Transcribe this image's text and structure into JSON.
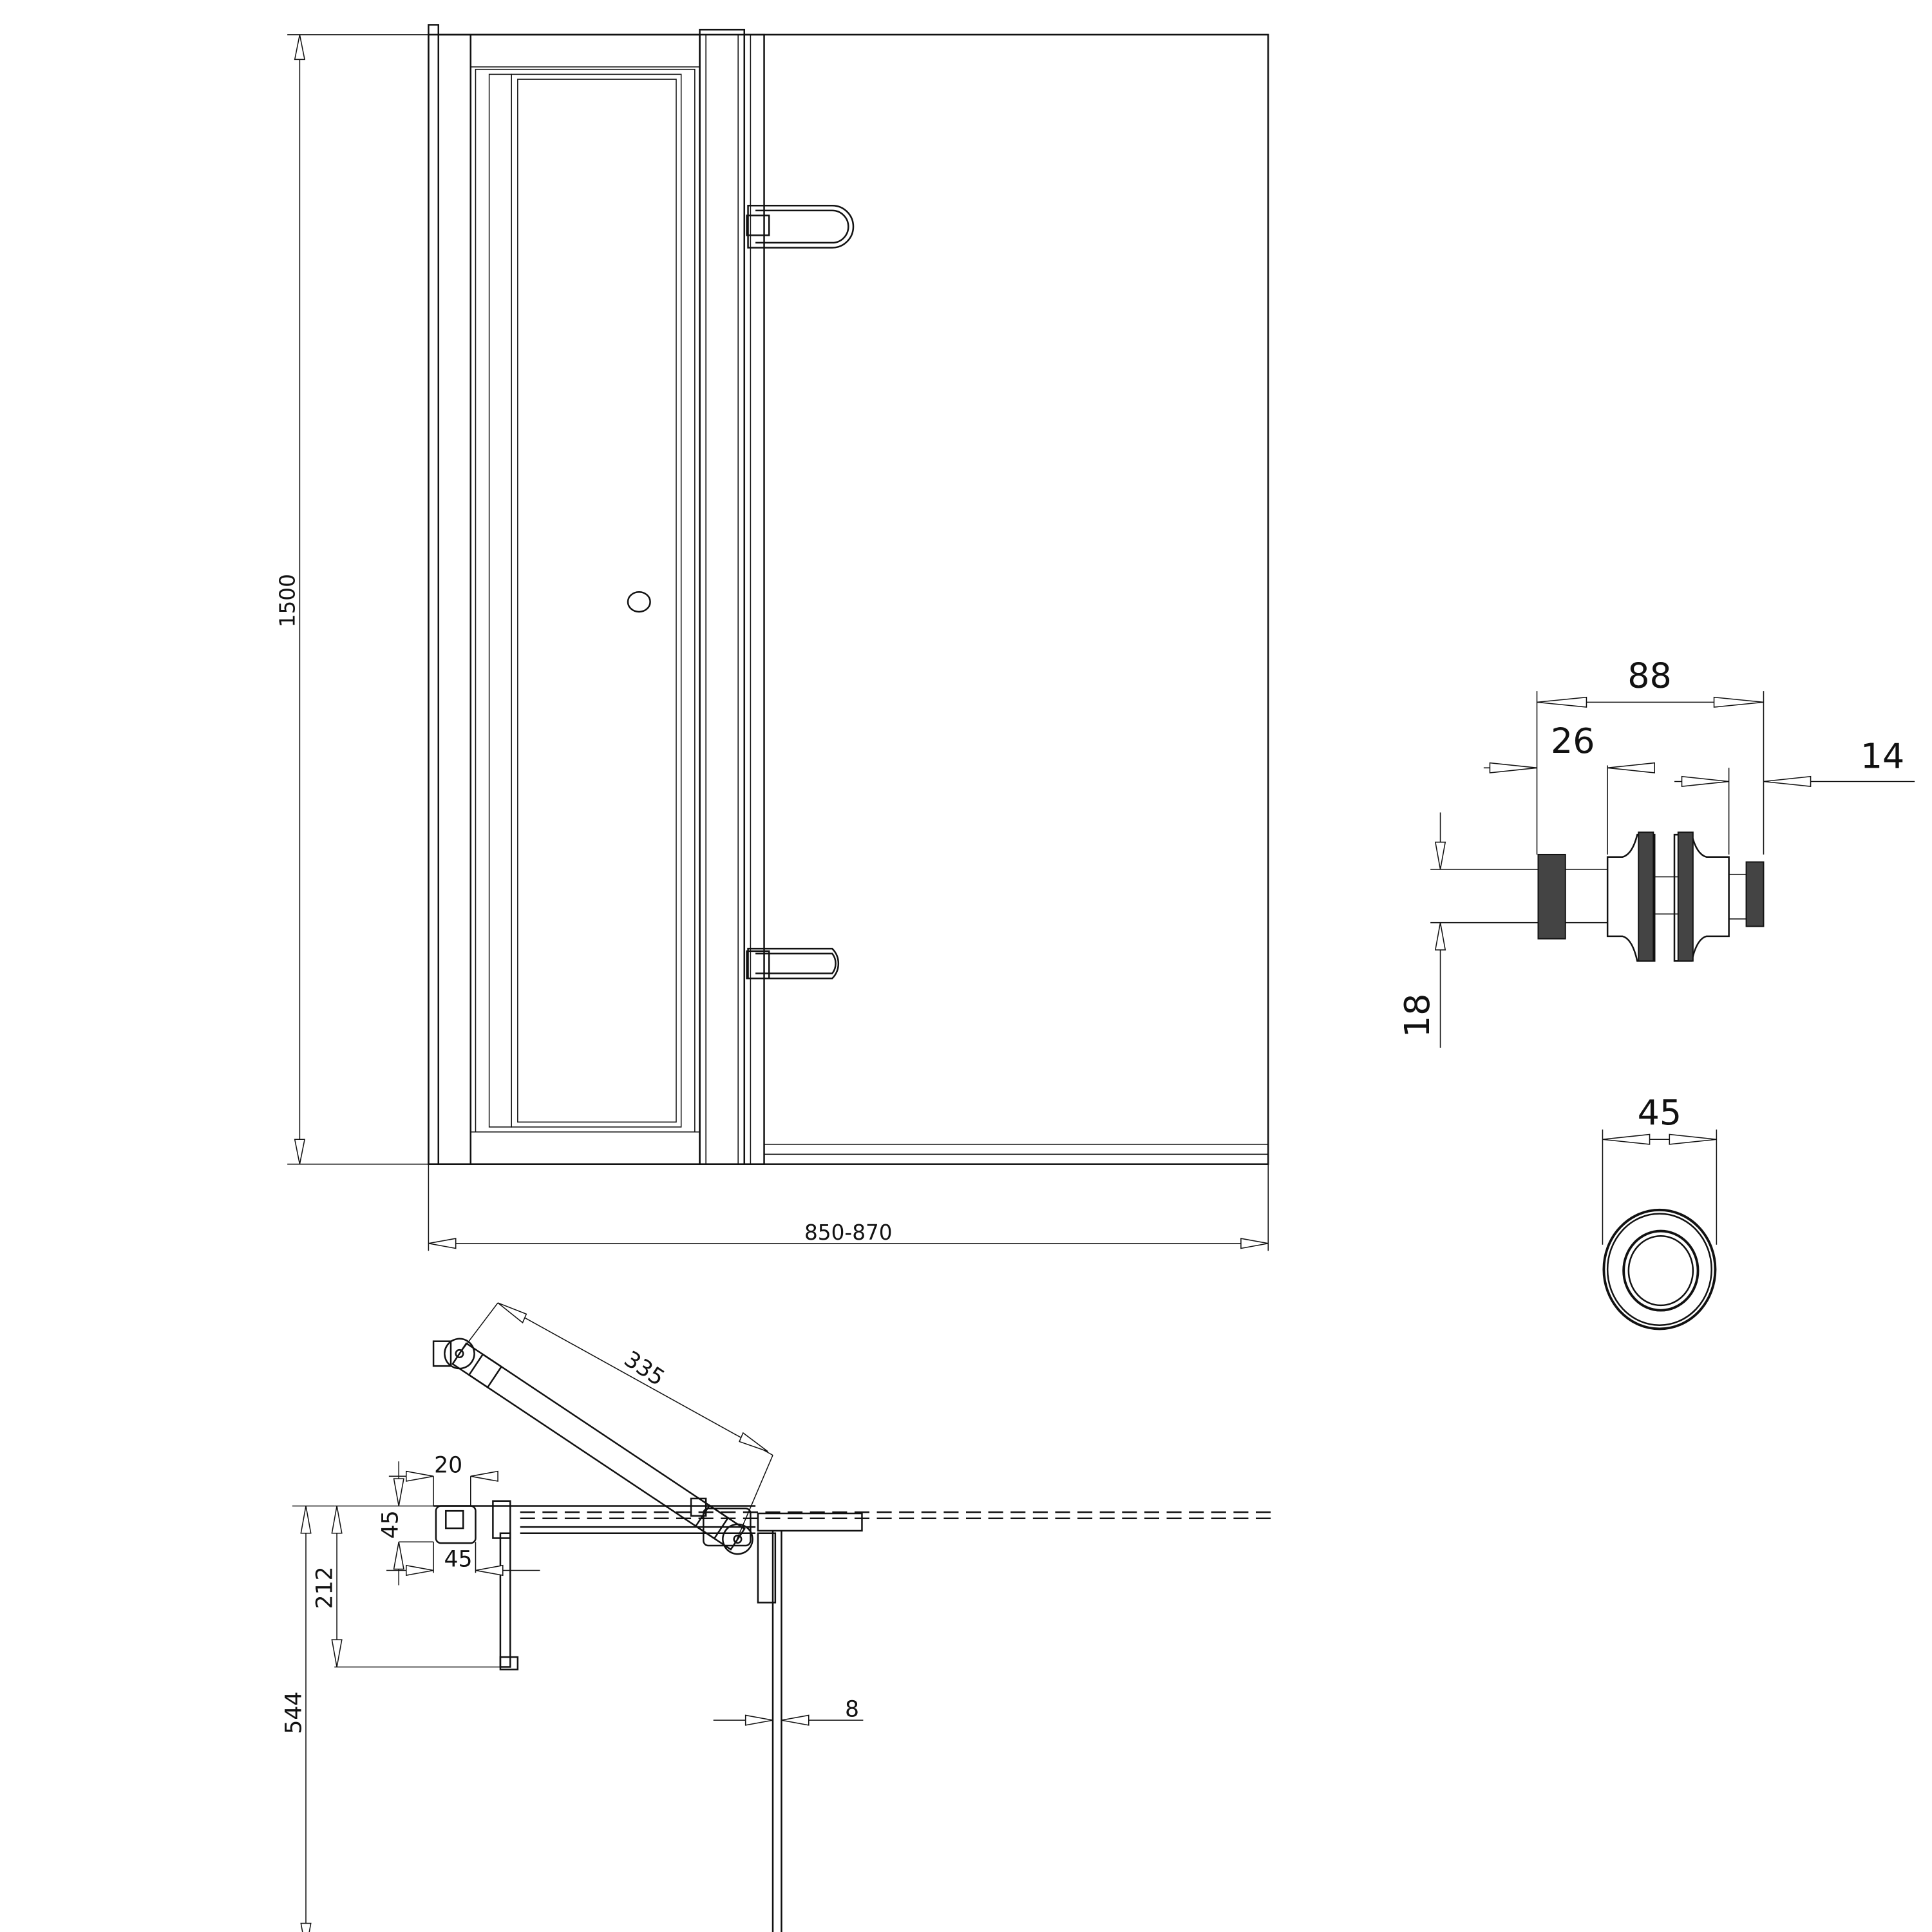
{
  "front_view": {
    "height_dim": "1500",
    "width_dim": "850-870"
  },
  "knob_detail": {
    "overall_length_dim": "88",
    "left_knob_offset_dim": "26",
    "right_knob_length_dim": "14",
    "shaft_diameter_dim": "18",
    "knob_diameter_dim": "45"
  },
  "plan_view": {
    "folding_panel_dim": "335",
    "hinge_width_dim": "20",
    "profile_depth_dim": "45",
    "profile_width_dim": "45",
    "return_arm_dim": "212",
    "overall_depth_dim": "544",
    "glass_thickness_dim": "8"
  },
  "colors": {
    "line": "#111111",
    "background": "#ffffff"
  }
}
